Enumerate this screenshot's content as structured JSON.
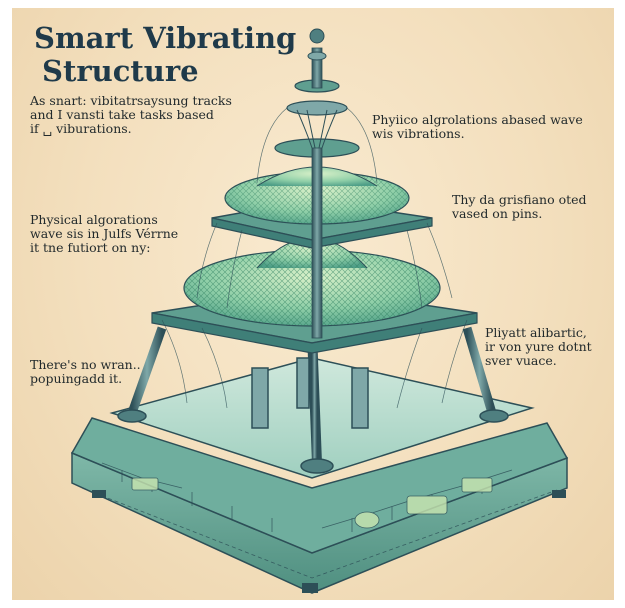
{
  "title": {
    "line1": "Smart Vibrating",
    "line2": "Structure"
  },
  "annotations": {
    "top_left": "As snart: vibitatrsaysung tracks\nand I vansti take tasks based\nif ␣ viburations.",
    "top_right": "Phyiico algrolations abased wave\nwis vibrations.",
    "middle_left": "Physical algorations\nwave sis in Julfs Vérrne\nit tne futiort on ny:",
    "middle_right": "Thy da grisfiano oted\nvased on pins.",
    "lower_left": "There's no wran..\npopuingadd it.",
    "lower_right": "Pliyatt alibartic,\nir von yure dotnt\nsver vuace."
  },
  "colors": {
    "parchment": "#f3dfbd",
    "ink": "#1f3a4a",
    "teal": "#5fa89a",
    "teal_light": "#9fd3bf",
    "metal_dark": "#2d4f57"
  }
}
